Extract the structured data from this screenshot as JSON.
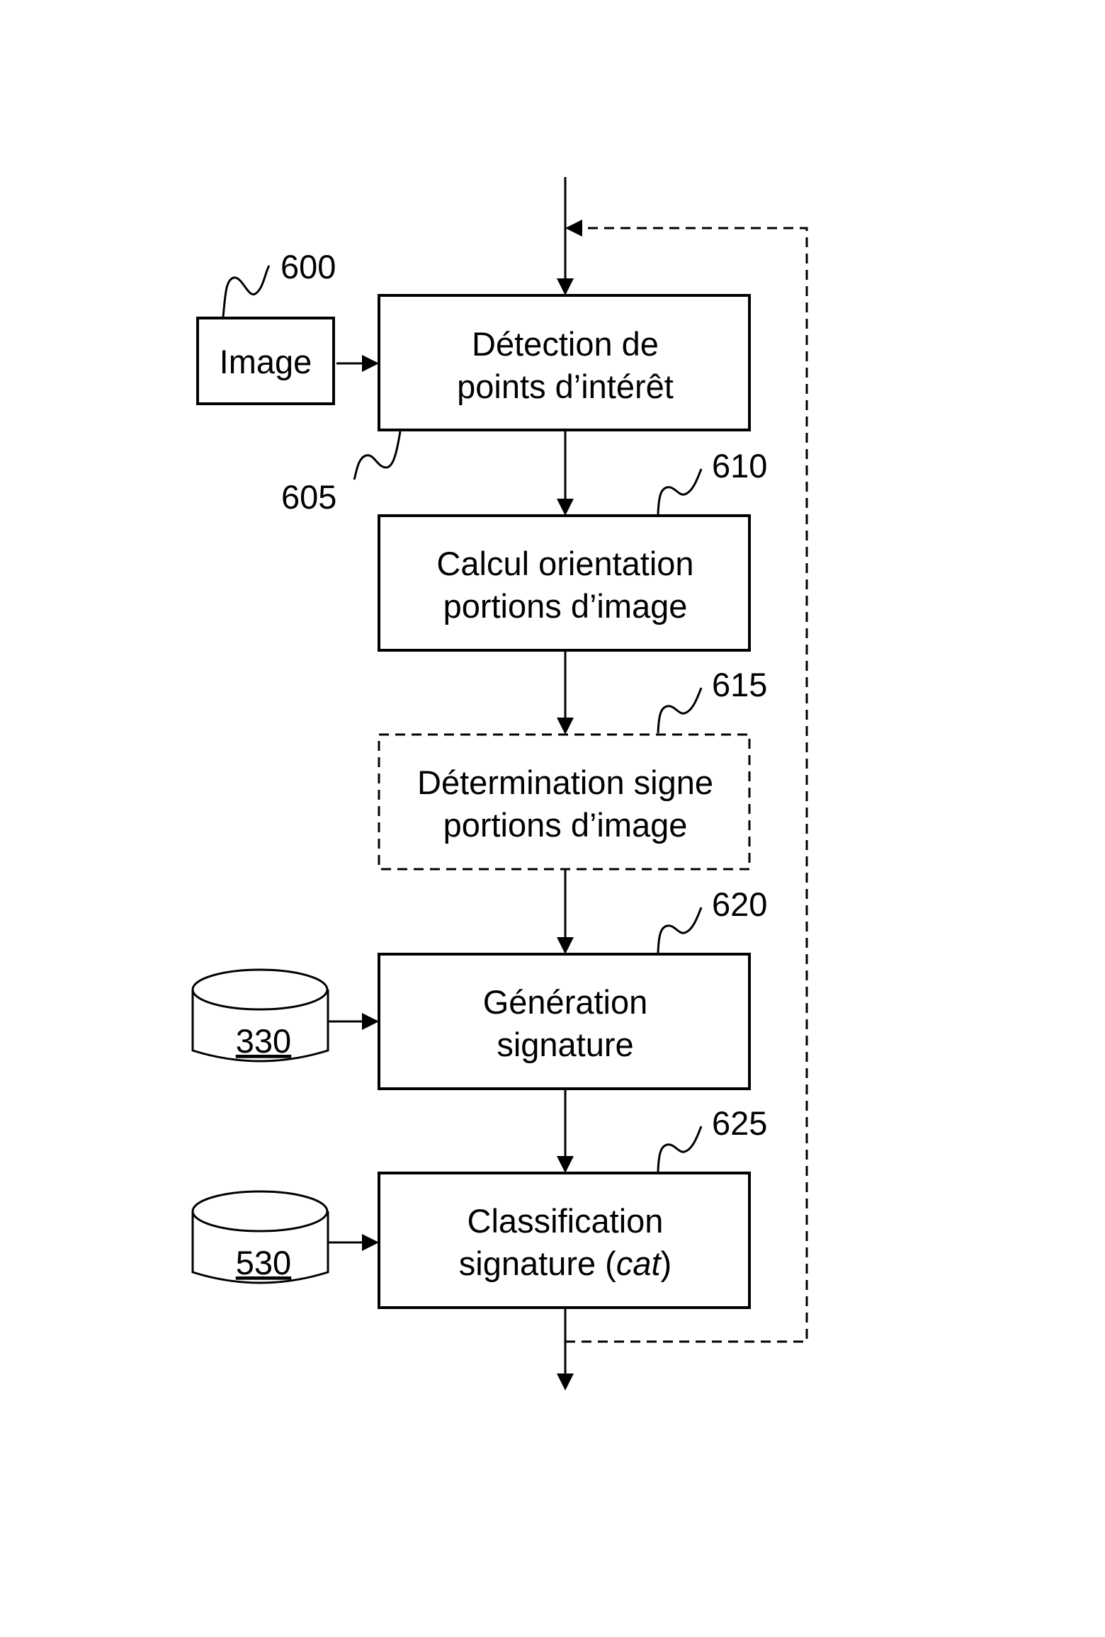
{
  "figure": {
    "image_input": {
      "label": "Image",
      "ref": "600"
    },
    "steps": [
      {
        "ref": "605",
        "lines": [
          "Détection de",
          "points d’intérêt"
        ],
        "style": "solid"
      },
      {
        "ref": "610",
        "lines": [
          "Calcul orientation",
          "portions d’image"
        ],
        "style": "solid"
      },
      {
        "ref": "615",
        "lines": [
          "Détermination signe",
          "portions d’image"
        ],
        "style": "dashed"
      },
      {
        "ref": "620",
        "lines": [
          "Génération",
          "signature"
        ],
        "style": "solid"
      },
      {
        "ref": "625",
        "lines": [
          "Classification",
          "signature ("
        ],
        "italic": "cat",
        "suffix": ")",
        "style": "solid"
      }
    ],
    "databases": [
      {
        "label": "330",
        "feeds_step": "620"
      },
      {
        "label": "530",
        "feeds_step": "625"
      }
    ],
    "loop": {
      "style": "dashed",
      "from": "625",
      "to": "605"
    }
  }
}
